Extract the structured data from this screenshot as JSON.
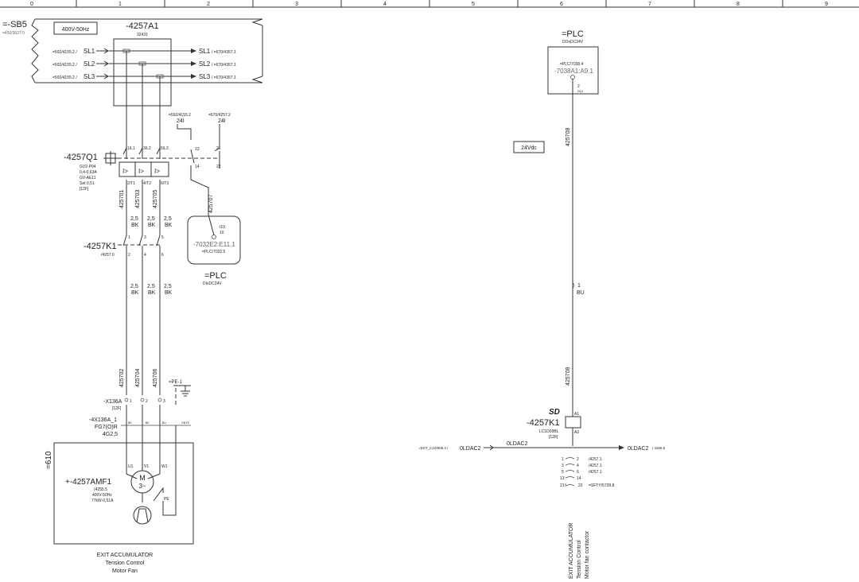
{
  "ruler": [
    "0",
    "1",
    "2",
    "3",
    "4",
    "5",
    "6",
    "7",
    "8",
    "9"
  ],
  "location": {
    "id": "=-SB5",
    "ref": "=450/3607.0"
  },
  "supply_box": {
    "label": "400V-50Hz"
  },
  "terminal_a1": {
    "id": "-4257A1",
    "ref": "32431"
  },
  "lines": [
    {
      "src": "=592/4155.2 /",
      "name_in": "SL1",
      "name_out": "SL1",
      "dst": "/ =670/4357.1"
    },
    {
      "src": "=592/4155.2 /",
      "name_in": "SL2",
      "name_out": "SL2",
      "dst": "/ =670/4357.1"
    },
    {
      "src": "=592/4155.2 /",
      "name_in": "SL3",
      "name_out": "SL3",
      "dst": "/ =670/4357.1"
    }
  ],
  "aux_xrefs": {
    "left": "=592/4155.2",
    "left_wire": "24I",
    "right": "=670/4257.2",
    "right_wire": "24I"
  },
  "breaker": {
    "id": "-4257Q1",
    "specs": [
      "GV2-P04",
      "0,4-0,63A",
      "GV-AE11",
      "Set 0,51",
      "[12F]"
    ],
    "top_terms": [
      "1/L1",
      "3/L2",
      "5/L3"
    ],
    "bot_terms": [
      "2/T1",
      "4/T2",
      "6/T3"
    ],
    "aux_terms": [
      "13",
      "21",
      "14",
      "22"
    ]
  },
  "wires_top": [
    "425701",
    "425703",
    "425705"
  ],
  "wire_spec": {
    "size": "2,5",
    "color": "BK"
  },
  "contactor_k1": {
    "id": "-4257K1",
    "ref": "/4257.0",
    "top_terms": [
      "1",
      "3",
      "5"
    ],
    "bot_terms": [
      "2",
      "4",
      "6"
    ]
  },
  "wire_707": "425707",
  "plc_input": {
    "term": "I10",
    "num": "10",
    "addr": "-7032E2:E11.1",
    "ref": "=PLC/7032.5",
    "group": "=PLC",
    "group_sub": "DIxDC24V"
  },
  "wires_bottom": [
    "425702",
    "425704",
    "425706"
  ],
  "pe_label": "=PE-1",
  "terminals_x136": {
    "id": "-X136A",
    "ref": "[12F]",
    "terms": [
      "1",
      "2",
      "3"
    ]
  },
  "cable": {
    "id": "-4X136A_1",
    "type": "FG7(O)R",
    "section": "4G2,5",
    "cores": [
      "BK",
      "BK",
      "BU",
      "GNYE"
    ]
  },
  "motor_area": {
    "id": "=610"
  },
  "motor": {
    "id": "+-4257AMF1",
    "ref": "(4255.5",
    "volt": "400V-50Hz",
    "power": "77kW-0,51A",
    "symbol": "M",
    "phase": "3~",
    "terms": [
      "U1",
      "V1",
      "W1",
      "PE"
    ]
  },
  "left_caption": [
    "EXIT ACCUMULATOR",
    "Tension Control",
    "Motor Fan"
  ],
  "plc_output": {
    "group": "=PLC",
    "group_sub": "DOxDC24V",
    "ref": "=PLC/7038.4",
    "addr": "-7038A1:A9.1",
    "term": "2",
    "term_sub": "DQ1"
  },
  "volt_tag": "24Vdc",
  "wire_708_top": "425708",
  "wire_708_bottom": "425708",
  "wire_bu": {
    "num": "1",
    "color": "BU"
  },
  "coil": {
    "tag": "SD",
    "id": "-4257K1",
    "type": "LC1D09BL",
    "ref": "[12F]",
    "a1": "A1",
    "a2": "A2"
  },
  "bus": {
    "left_ref": "=DST_C10/909.4 /",
    "left_name": "0LDAC2",
    "mid_name": "0LDAC2",
    "right_name": "0LDAC2",
    "right_ref": "/ 4259.5"
  },
  "contacts": [
    {
      "a": "1",
      "b": "2",
      "ref": "/4257.1"
    },
    {
      "a": "3",
      "b": "4",
      "ref": "/4257.1"
    },
    {
      "a": "5",
      "b": "6",
      "ref": "/4257.1"
    },
    {
      "a": "13",
      "b": "14",
      "ref": ""
    },
    {
      "a": "21",
      "b": "22",
      "ref": "=SFTY/5728.8"
    }
  ],
  "right_caption": [
    "EXIT ACCUMULATOR",
    "Tension Control",
    "Motor fan contactor"
  ]
}
